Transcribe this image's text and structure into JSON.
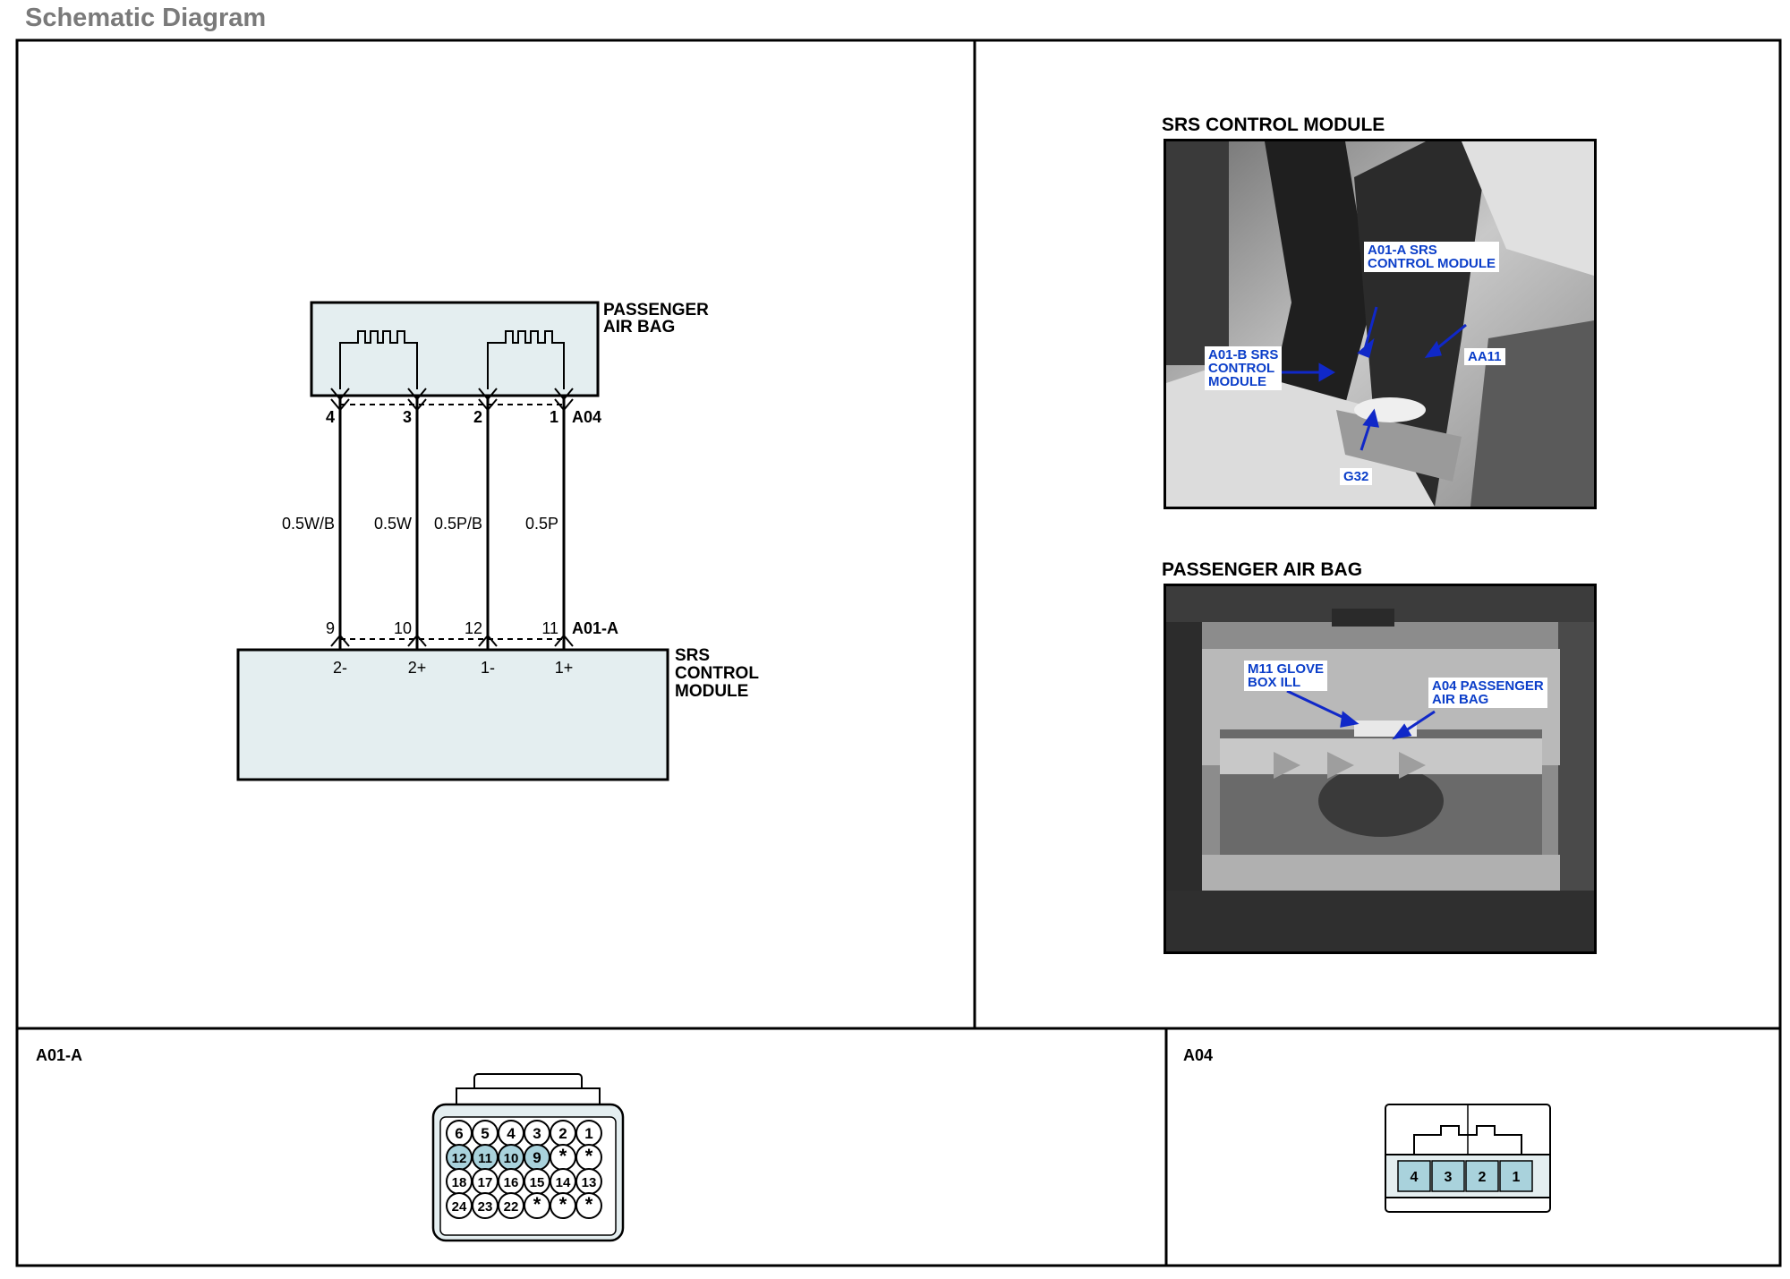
{
  "page_title": "Schematic Diagram",
  "schematic": {
    "passenger_airbag_label": [
      "PASSENGER",
      "AIR BAG"
    ],
    "airbag_connector": "A04",
    "airbag_pins": [
      "4",
      "3",
      "2",
      "1"
    ],
    "wire_colors": [
      "0.5W/B",
      "0.5W",
      "0.5P/B",
      "0.5P"
    ],
    "module_pins": [
      "9",
      "10",
      "12",
      "11"
    ],
    "module_connector": "A01-A",
    "module_terminals": [
      "2-",
      "2+",
      "1-",
      "1+"
    ],
    "module_label": [
      "SRS",
      "CONTROL",
      "MODULE"
    ]
  },
  "photos": {
    "srs": {
      "title": "SRS CONTROL MODULE",
      "callouts": {
        "a01a": "A01-A SRS\nCONTROL MODULE",
        "a01b": "A01-B SRS\nCONTROL\nMODULE",
        "aa11": "AA11",
        "g32": "G32"
      }
    },
    "airbag": {
      "title": "PASSENGER AIR BAG",
      "callouts": {
        "m11": "M11 GLOVE\nBOX ILL",
        "a04": "A04 PASSENGER\nAIR BAG"
      }
    }
  },
  "connectors": {
    "a01a": {
      "label": "A01-A",
      "rows": [
        [
          "6",
          "5",
          "4",
          "3",
          "2",
          "1"
        ],
        [
          "12",
          "11",
          "10",
          "9",
          "*",
          "*"
        ],
        [
          "18",
          "17",
          "16",
          "15",
          "14",
          "13"
        ],
        [
          "24",
          "23",
          "22",
          "*",
          "*",
          "*"
        ]
      ],
      "highlighted": [
        "12",
        "11",
        "10",
        "9"
      ]
    },
    "a04": {
      "label": "A04",
      "pins": [
        "4",
        "3",
        "2",
        "1"
      ]
    }
  },
  "colors": {
    "box_fill": "#e4eef0",
    "pin_fill": "#a9d2dc",
    "callout_text": "#0b3ec9",
    "arrow": "#1028c8",
    "title_gray": "#7a7a7a"
  }
}
